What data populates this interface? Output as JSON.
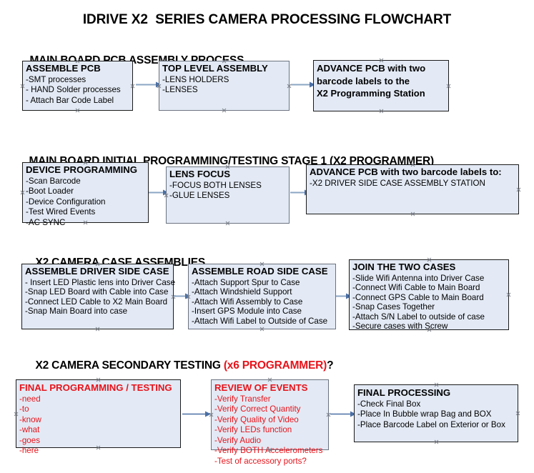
{
  "document": {
    "title": "IDRIVE X2  SERIES CAMERA PROCESSING FLOWCHART",
    "accent_color": "#e8131a",
    "node_fill": "#e3eaf5",
    "connector_color": "#8ba6c4"
  },
  "sections": [
    {
      "id": "main-board-pcb-assembly",
      "heading": "MAIN BOARD PCB ASSEMBLY PROCESS",
      "heading_accent": "",
      "heading_suffix": "",
      "nodes": [
        {
          "id": "assemble-pcb",
          "title": "ASSEMBLE PCB",
          "lines": [
            "-SMT processes",
            "- HAND Solder processes",
            "- Attach Bar Code Label"
          ]
        },
        {
          "id": "top-level-assembly",
          "title": "TOP LEVEL ASSEMBLY",
          "lines": [
            "-LENS HOLDERS",
            "-LENSES"
          ]
        },
        {
          "id": "advance-pcb-to-x2-programming-station",
          "title": "ADVANCE PCB with two",
          "lines": [
            "barcode labels to the",
            " X2 Programming Station"
          ]
        }
      ]
    },
    {
      "id": "main-board-initial-programming",
      "heading": "MAIN BOARD INITIAL PROGRAMMING/TESTING STAGE 1 (X2 PROGRAMMER)",
      "heading_accent": "",
      "heading_suffix": "",
      "nodes": [
        {
          "id": "device-programming",
          "title": "DEVICE PROGRAMMING",
          "lines": [
            "-Scan Barcode",
            "-Boot Loader",
            "-Device Configuration",
            "-Test Wired Events",
            "-AC SYNC"
          ]
        },
        {
          "id": "lens-focus",
          "title": "LENS FOCUS",
          "lines": [
            "-FOCUS BOTH LENSES",
            "-GLUE LENSES"
          ]
        },
        {
          "id": "advance-pcb-to-driver-side-case-station",
          "title": "ADVANCE PCB with two barcode labels to:",
          "lines": [
            "-X2 DRIVER  SIDE  CASE  ASSEMBLY STATION"
          ]
        }
      ]
    },
    {
      "id": "x2-camera-case-assemblies",
      "heading": "X2 CAMERA CASE ASSEMBLIES",
      "heading_accent": "",
      "heading_suffix": "",
      "nodes": [
        {
          "id": "assemble-driver-side-case",
          "title": "ASSEMBLE DRIVER SIDE CASE",
          "lines": [
            " - Insert LED Plastic lens into Driver Case",
            "-Snap LED Board with Cable into Case",
            "-Connect LED Cable to X2 Main Board",
            "-Snap Main Board into case"
          ]
        },
        {
          "id": "assemble-road-side-case",
          "title": "ASSEMBLE ROAD SIDE CASE",
          "lines": [
            "-Attach Support Spur to Case",
            "-Attach Windshield Support",
            "-Attach Wifi Assembly to Case",
            "-Insert GPS Module into Case",
            "-Attach Wifi Label to Outside of Case"
          ]
        },
        {
          "id": "join-the-two-cases",
          "title": "JOIN THE TWO CASES",
          "lines": [
            "-Slide Wifi Antenna into Driver Case",
            "-Connect Wifi Cable to Main Board",
            "-Connect GPS Cable to Main Board",
            "-Snap Cases Together",
            "-Attach S/N Label to outside of case",
            "-Secure cases with Screw"
          ]
        }
      ]
    },
    {
      "id": "x2-camera-secondary-testing",
      "heading": "X2 CAMERA SECONDARY TESTING ",
      "heading_accent": "(x6 PROGRAMMER)",
      "heading_suffix": "?",
      "nodes": [
        {
          "id": "final-programming-testing",
          "title": "FINAL PROGRAMMING / TESTING",
          "lines": [
            "-need",
            "-to",
            "-know",
            "-what",
            "-goes",
            "-here"
          ]
        },
        {
          "id": "review-of-events",
          "title": "REVIEW OF EVENTS",
          "lines": [
            "-Verify Transfer",
            "-Verify Correct Quantity",
            "-Verify Quality of Video",
            "-Verify LEDs function",
            "-Verify Audio",
            "-Verify BOTH Accelerometers",
            "-Test of accessory ports?"
          ]
        },
        {
          "id": "final-processing",
          "title": "FINAL PROCESSING",
          "lines": [
            " -Check Final Box",
            "-Place In Bubble wrap Bag and BOX",
            "-Place Barcode Label on Exterior or Box"
          ]
        }
      ]
    }
  ]
}
